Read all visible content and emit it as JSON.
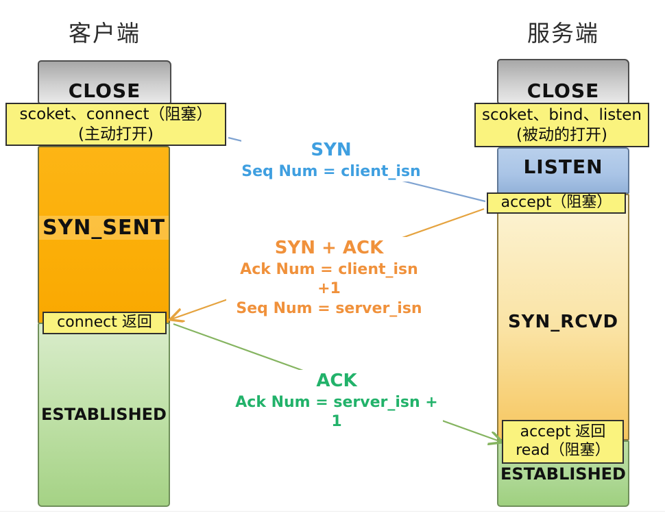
{
  "diagram_title": "TCP three-way handshake (socket API states)",
  "client": {
    "title": "客户端",
    "close_label": "CLOSE",
    "open_note_line1": "scoket、connect（阻塞）",
    "open_note_line2": "(主动打开)",
    "syn_sent_label": "SYN_SENT",
    "connect_return_label": "connect 返回",
    "established_label": "ESTABLISHED"
  },
  "server": {
    "title": "服务端",
    "close_label": "CLOSE",
    "open_note_line1": "scoket、bind、listen",
    "open_note_line2": "(被动的打开)",
    "listen_label": "LISTEN",
    "accept_block_label": "accept（阻塞）",
    "syn_rcvd_label": "SYN_RCVD",
    "accept_return_line1": "accept 返回",
    "accept_return_line2": "read（阻塞）",
    "established_label": "ESTABLISHED"
  },
  "messages": {
    "syn": {
      "title": "SYN",
      "detail": "Seq Num = client_isn",
      "color": "#3f9fe0"
    },
    "syn_ack": {
      "title": "SYN + ACK",
      "detail1": "Ack Num =  client_isn +1",
      "detail2": "Seq Num = server_isn",
      "color": "#f0913b"
    },
    "ack": {
      "title": "ACK",
      "detail": "Ack Num = server_isn + 1",
      "color": "#22b26a"
    }
  },
  "colors": {
    "close_box": "#c9c9c9",
    "note_box": "#faf37e",
    "syn_sent_section": "#fbae07",
    "listen_section": "#a9c4e6",
    "syn_rcvd_section_top": "#fcf4d6",
    "syn_rcvd_section_bottom": "#f6c65f",
    "established_section": "#a5d285",
    "arrow_syn": "#7fa3d1",
    "arrow_syn_ack": "#e5a33f",
    "arrow_ack": "#85b460"
  }
}
